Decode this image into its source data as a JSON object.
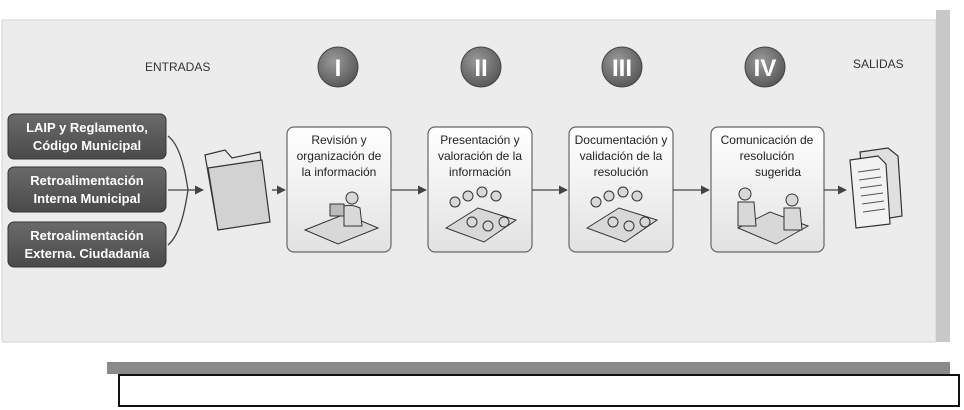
{
  "diagram": {
    "entradas_label": "ENTRADAS",
    "salidas_label": "SALIDAS",
    "inputs": [
      {
        "line1": "LAIP y Reglamento,",
        "line2": "Código Municipal"
      },
      {
        "line1": "Retroalimentación",
        "line2": "Interna Municipal"
      },
      {
        "line1": "Retroalimentación",
        "line2": "Externa. Ciudadanía"
      }
    ],
    "stages": [
      {
        "numeral": "I",
        "lines": [
          "Revisión y",
          "organización de",
          "la información"
        ]
      },
      {
        "numeral": "II",
        "lines": [
          "Presentación y",
          "valoración de la",
          "información"
        ]
      },
      {
        "numeral": "III",
        "lines": [
          "Documentación y",
          "validación de la",
          "resolución"
        ]
      },
      {
        "numeral": "IV",
        "lines": [
          "Comunicación de",
          "resolución",
          "sugerida"
        ]
      }
    ]
  },
  "colors": {
    "input_box": "#5c5c5c",
    "numeral_circle": "#6e6e6e",
    "stage_box": "#f1f1f1",
    "frame": "#e9e9e9"
  },
  "caption": {
    "text": ""
  }
}
